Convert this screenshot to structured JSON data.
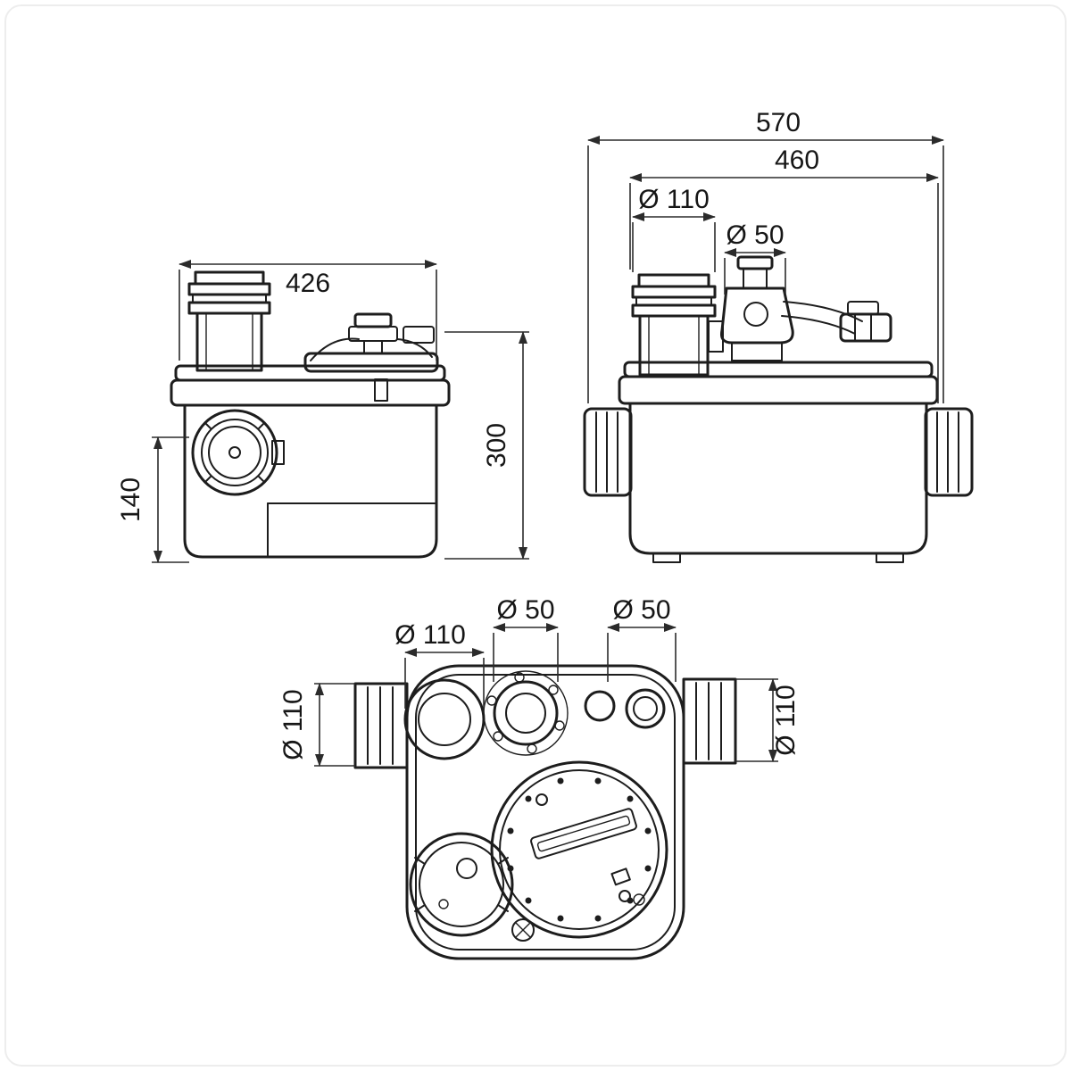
{
  "page": {
    "background": "#ffffff",
    "frame_color": "#ededed"
  },
  "drawing": {
    "type": "technical-dimension-drawing",
    "subject": "macerator-pump-three-views",
    "line_color": "#1d1d1d",
    "dim_color": "#2b2b2b",
    "text_color": "#161616"
  },
  "dims": {
    "side": {
      "width": "426",
      "height": "300",
      "inlet_height": "140"
    },
    "front": {
      "overall_width": "570",
      "body_width": "460",
      "inlet_dia": "Ø 110",
      "outlet_dia": "Ø 50"
    },
    "plan": {
      "inlet_dia": "Ø 110",
      "vent_dia": "Ø 50",
      "outlet_dia": "Ø 50",
      "left_dia": "Ø 110",
      "right_dia": "Ø 110"
    }
  }
}
